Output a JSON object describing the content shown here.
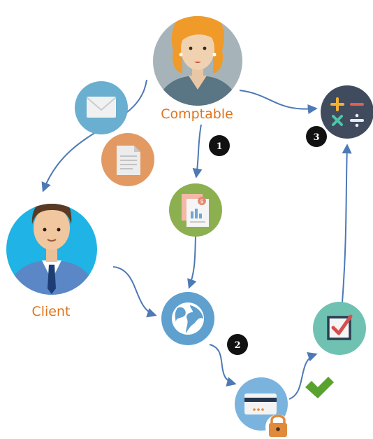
{
  "nodes": {
    "comptable": {
      "label": "Comptable"
    },
    "client": {
      "label": "Client"
    }
  },
  "steps": [
    "1",
    "2",
    "3"
  ],
  "colors": {
    "arrow": "#4d79b5",
    "label": "#e0741c",
    "badge": "#111111",
    "email_bg": "#6aaed0",
    "document_bg": "#e39a62",
    "invoice_bg": "#8cb050",
    "web_bg": "#5fa0cf",
    "payment_bg": "#7ab3dd",
    "validation_bg": "#6fc2b2",
    "calculator_bg": "#404c5e",
    "check": "#5aa22e",
    "lock": "#e08a3c"
  },
  "icons": [
    "woman-accountant-avatar",
    "man-client-avatar",
    "email-icon",
    "document-icon",
    "invoice-icon",
    "globe-icon",
    "credit-card-icon",
    "lock-icon",
    "checkbox-icon",
    "calculator-icon",
    "checkmark-icon"
  ]
}
